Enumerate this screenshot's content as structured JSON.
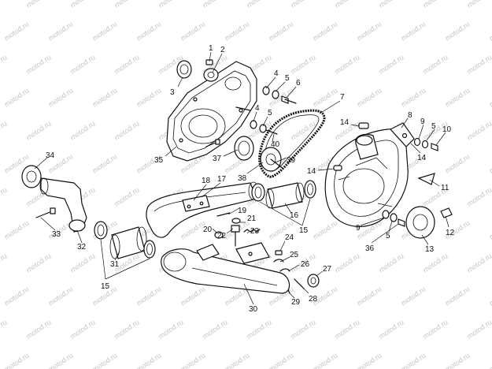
{
  "watermark": {
    "text": "motod.ru",
    "color": "#c4c4c4"
  },
  "callouts": [
    "1",
    "2",
    "3",
    "4",
    "5",
    "6",
    "7",
    "4",
    "5",
    "40",
    "37",
    "38",
    "39",
    "35",
    "8",
    "9",
    "5",
    "10",
    "14",
    "14",
    "14",
    "11",
    "12",
    "13",
    "5",
    "9",
    "36",
    "34",
    "33",
    "32",
    "31",
    "15",
    "18",
    "17",
    "19",
    "16",
    "15",
    "20",
    "22",
    "21",
    "23",
    "24",
    "25",
    "26",
    "27",
    "28",
    "29",
    "30"
  ]
}
